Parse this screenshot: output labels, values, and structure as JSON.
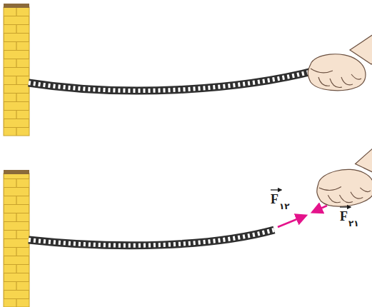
{
  "diagram": {
    "labels": [
      "F",
      "۱۲",
      "F",
      "۲۱"
    ]
  }
}
